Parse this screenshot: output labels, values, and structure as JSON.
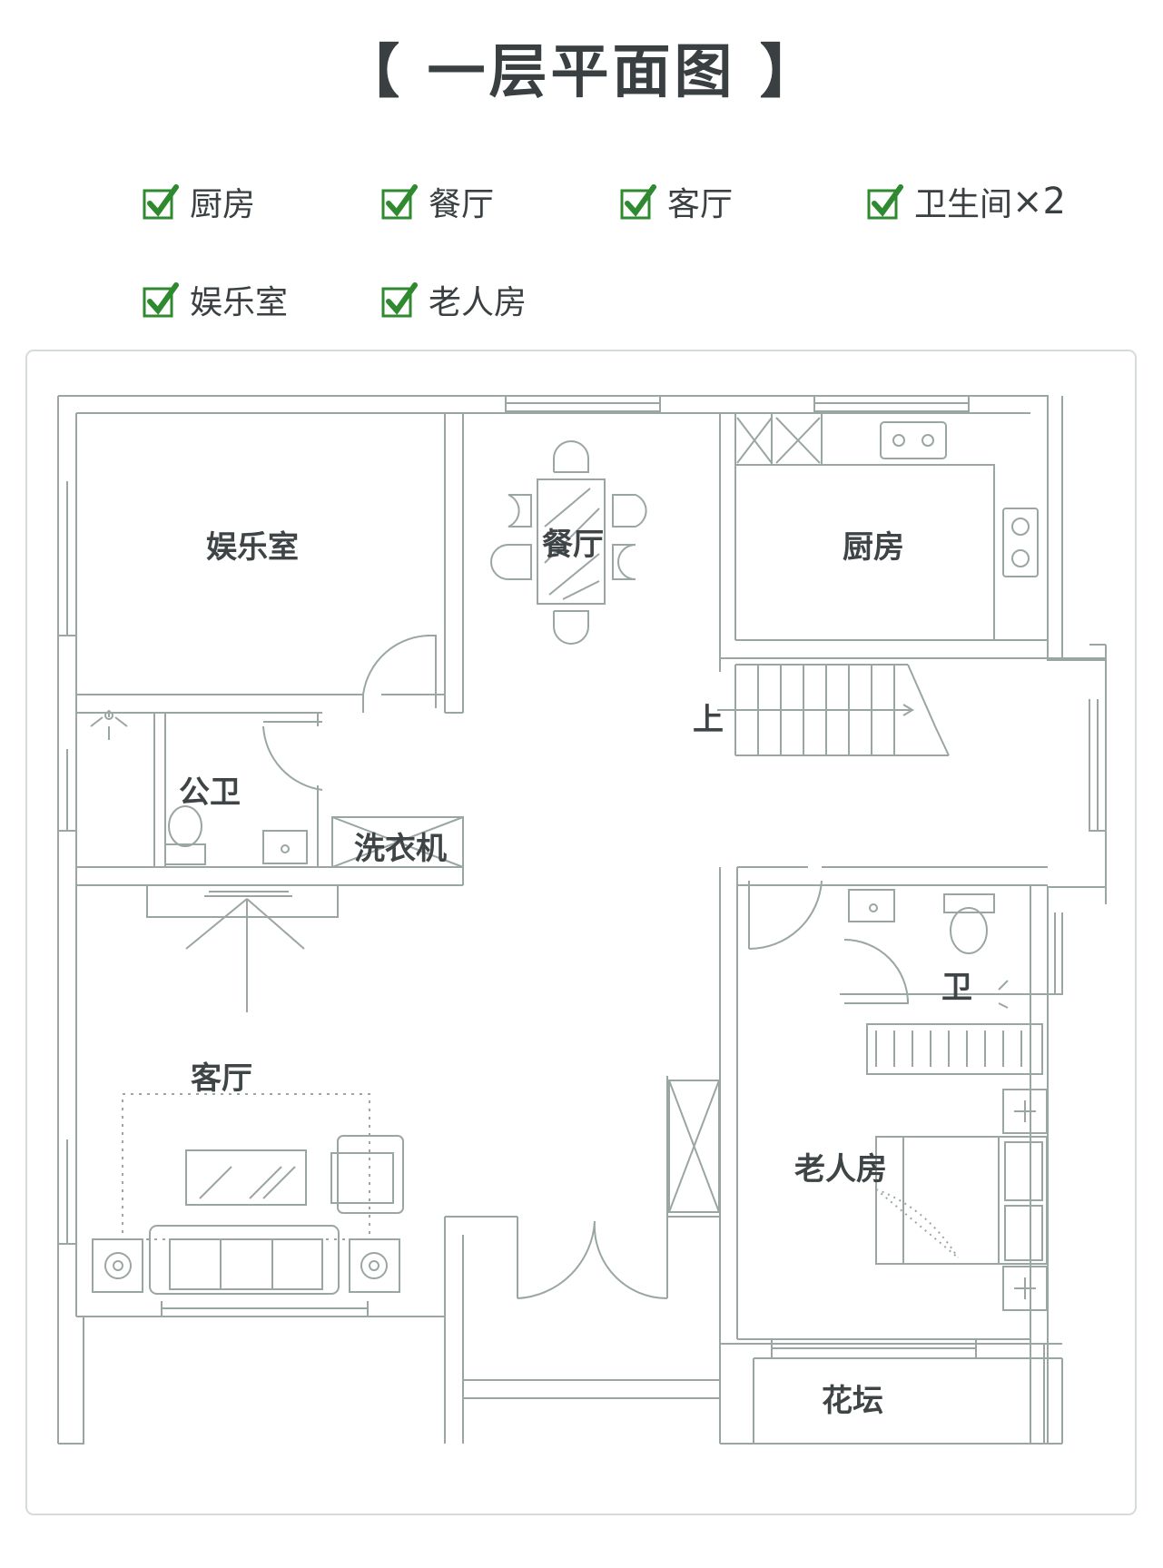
{
  "title": "【 一层平面图 】",
  "features": [
    "厨房",
    "餐厅",
    "客厅",
    "卫生间",
    "娱乐室",
    "老人房"
  ],
  "feature_suffix": "×2",
  "icons": {
    "check": "green-checkmark-icon"
  },
  "colors": {
    "check": "#2f8a2f",
    "line": "#9aa6a4",
    "text": "#3a3f41"
  },
  "rooms": {
    "entertainment": "娱乐室",
    "dining": "餐厅",
    "kitchen": "厨房",
    "up": "上",
    "public_bath": "公卫",
    "laundry": "洗衣机",
    "living": "客厅",
    "bath": "卫",
    "elder_room": "老人房",
    "flower_bed": "花坛"
  }
}
